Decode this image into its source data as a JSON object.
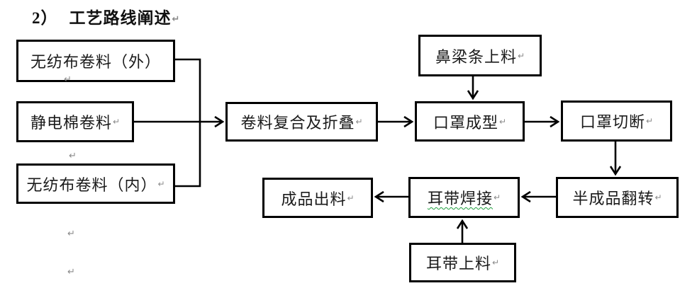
{
  "title": {
    "number": "2）",
    "text": "工艺路线阐述"
  },
  "marks": {
    "return_symbol": "↵"
  },
  "colors": {
    "background": "#ffffff",
    "line": "#000000",
    "text": "#1a1a1a",
    "return_mark": "#8a8a8a",
    "grammar_underline": "#1e9e3e"
  },
  "nodes": [
    {
      "id": "nonwoven-outer",
      "label": "无纺布卷料（外）"
    },
    {
      "id": "electrostatic-cotton",
      "label": "静电棉卷料"
    },
    {
      "id": "nonwoven-inner",
      "label": "无纺布卷料（内）"
    },
    {
      "id": "compound-and-fold",
      "label": "卷料复合及折叠"
    },
    {
      "id": "nose-bridge-feed",
      "label": "鼻梁条上料"
    },
    {
      "id": "mask-forming",
      "label": "口罩成型"
    },
    {
      "id": "mask-cutting",
      "label": "口罩切断"
    },
    {
      "id": "semi-finished-flip",
      "label": "半成品翻转"
    },
    {
      "id": "ear-strap-welding",
      "label": "耳带焊接"
    },
    {
      "id": "ear-strap-feed",
      "label": "耳带上料"
    },
    {
      "id": "finished-output",
      "label": "成品出料"
    }
  ],
  "edges": [
    {
      "from": "nonwoven-outer",
      "to": "merge-junction"
    },
    {
      "from": "nonwoven-inner",
      "to": "merge-junction"
    },
    {
      "from": "electrostatic-cotton",
      "to": "compound-and-fold"
    },
    {
      "from": "compound-and-fold",
      "to": "mask-forming"
    },
    {
      "from": "nose-bridge-feed",
      "to": "mask-forming"
    },
    {
      "from": "mask-forming",
      "to": "mask-cutting"
    },
    {
      "from": "mask-cutting",
      "to": "semi-finished-flip"
    },
    {
      "from": "semi-finished-flip",
      "to": "ear-strap-welding"
    },
    {
      "from": "ear-strap-feed",
      "to": "ear-strap-welding"
    },
    {
      "from": "ear-strap-welding",
      "to": "finished-output"
    }
  ]
}
